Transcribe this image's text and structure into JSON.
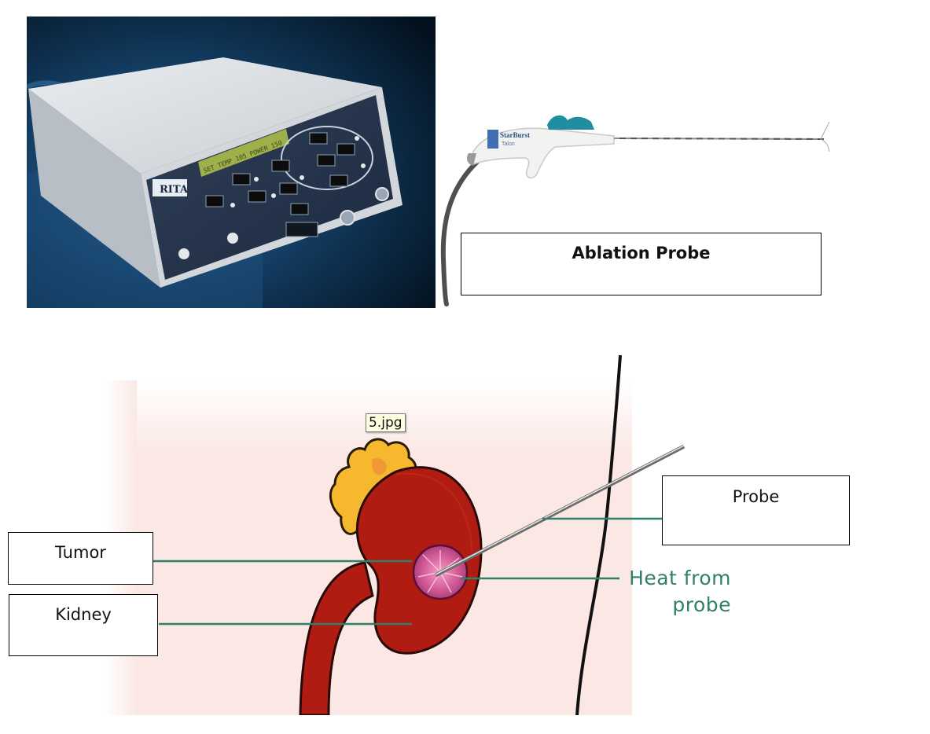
{
  "photo_generator": {
    "brand_text": "RITA",
    "display_text": "SET TEMP  105  POWER  150"
  },
  "photo_probe": {
    "brand_text": "StarBurst",
    "model_text": "Talon"
  },
  "labels": {
    "ablation_probe": "Ablation Probe",
    "probe": "Probe",
    "tumor": "Tumor",
    "kidney": "Kidney"
  },
  "diagram": {
    "heat_line1": "Heat from",
    "heat_line2": "probe"
  },
  "tooltip": {
    "filename": "5.jpg"
  },
  "colors": {
    "kidney": "#b01c12",
    "adrenal": "#f5b82e",
    "tumor": "#c8507a",
    "leader_line": "#2f7f6a",
    "skin_background": "#fbe8e4"
  }
}
